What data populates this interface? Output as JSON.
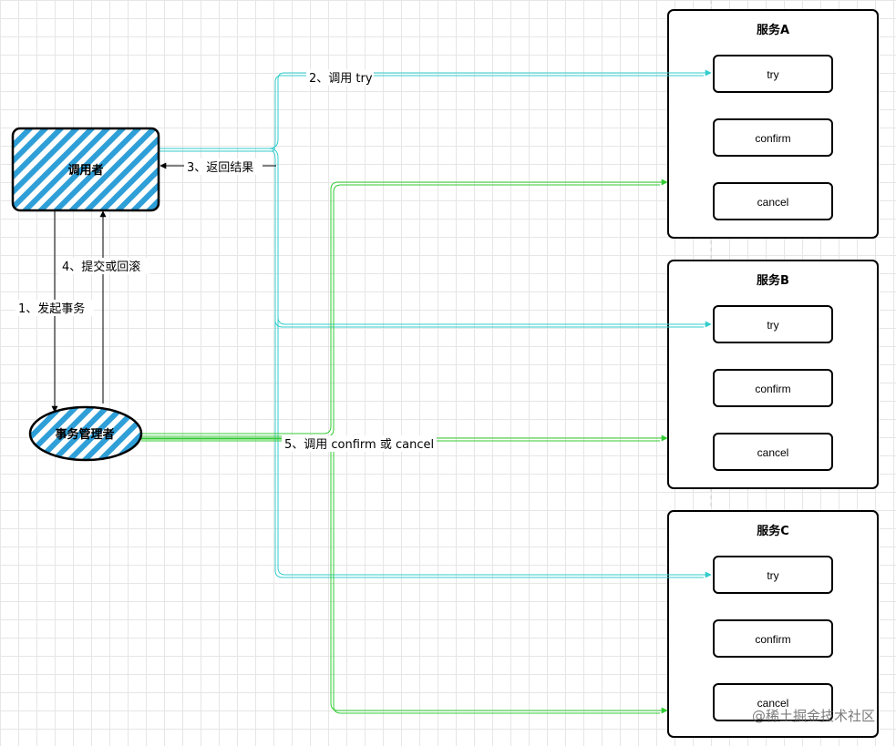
{
  "nodes": {
    "caller": "调用者",
    "tx_manager": "事务管理者"
  },
  "edge_labels": {
    "initiate": "1、发起事务",
    "call_try": "2、调用 try",
    "return_result": "3、返回结果",
    "commit_or_rollback": "4、提交或回滚",
    "call_confirm_cancel": "5、调用 confirm 或 cancel"
  },
  "services": [
    {
      "title": "服务A",
      "methods": [
        "try",
        "confirm",
        "cancel"
      ]
    },
    {
      "title": "服务B",
      "methods": [
        "try",
        "confirm",
        "cancel"
      ]
    },
    {
      "title": "服务C",
      "methods": [
        "try",
        "confirm",
        "cancel"
      ]
    }
  ],
  "watermark": "@稀土掘金技术社区",
  "colors": {
    "try_arrow": "#33cccc",
    "confirm_cancel_arrow": "#33cc33",
    "hatch": "#2f9fd8",
    "stroke": "#000000"
  }
}
